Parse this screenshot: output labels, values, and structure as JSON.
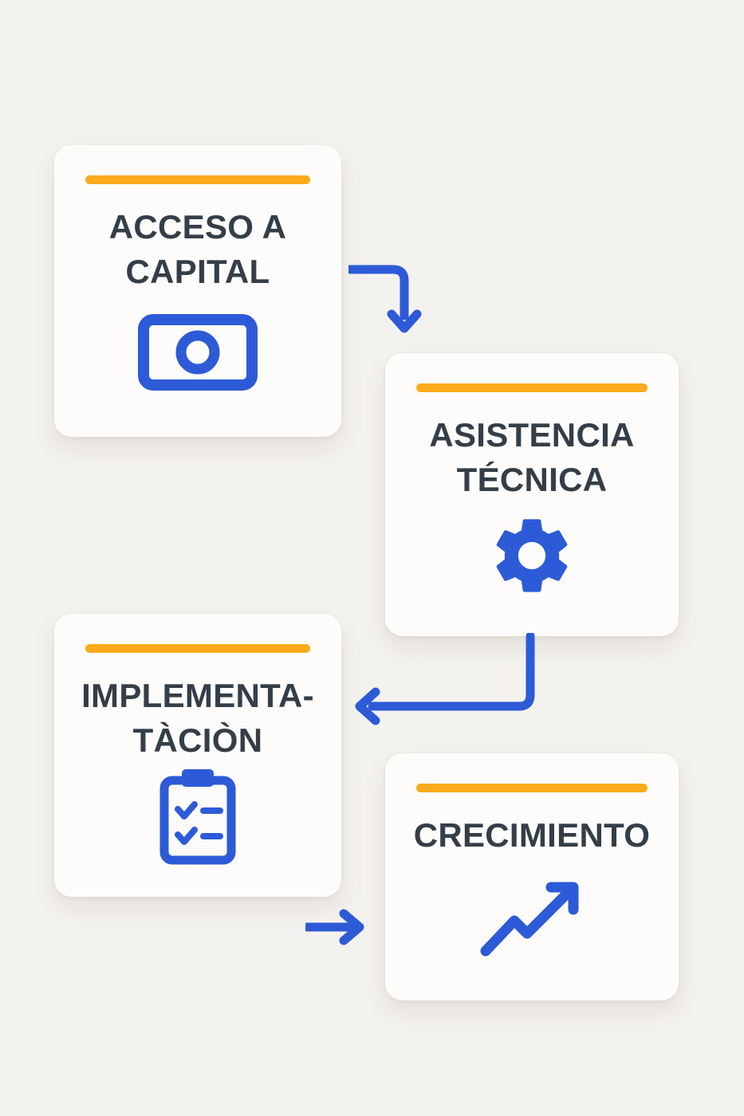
{
  "diagram": {
    "background_color": "#f4f2ee",
    "card_color": "#fdfcfa",
    "accent_orange": "#fbab1c",
    "accent_blue": "#2d5bd7",
    "text_color": "#333e48"
  },
  "cards": [
    {
      "name": "acceso-a-capital",
      "title_line1": "ACCESO A",
      "title_line2": "CAPITAL",
      "icon": "money-bill-icon"
    },
    {
      "name": "asistencia-tecnica",
      "title_line1": "ASISTENCIA",
      "title_line2": "TÉCNICA",
      "icon": "gear-icon"
    },
    {
      "name": "implementacion",
      "title_line1": "IMPLEMENTA-",
      "title_line2": "TÀCIÒN",
      "icon": "clipboard-checklist-icon"
    },
    {
      "name": "crecimiento",
      "title_line1": "CRECIMIENTO",
      "icon": "growth-arrow-icon"
    }
  ],
  "arrows": [
    {
      "name": "arrow-capital-to-asistencia",
      "direction": "down"
    },
    {
      "name": "arrow-asistencia-to-implementacion",
      "direction": "left"
    },
    {
      "name": "arrow-implementacion-to-crecimiento",
      "direction": "right"
    }
  ]
}
